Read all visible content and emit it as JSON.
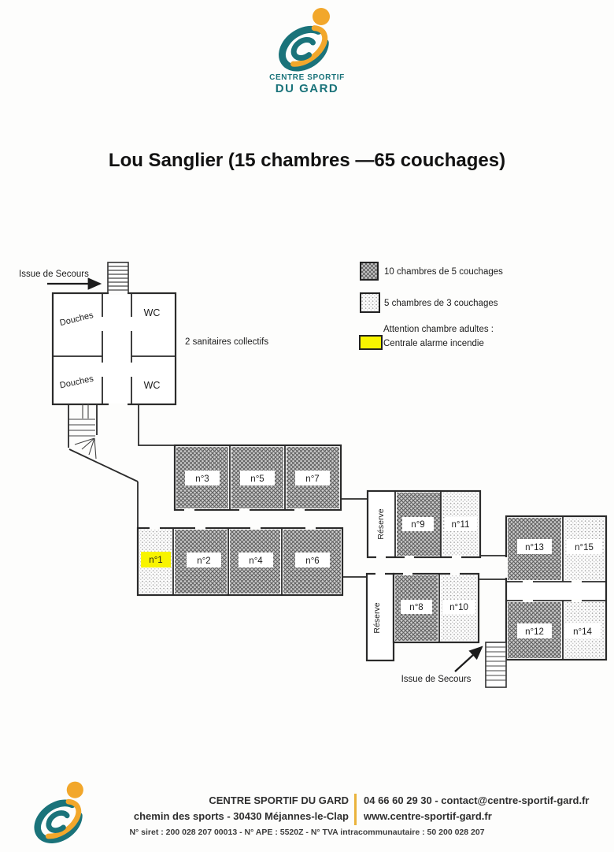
{
  "colors": {
    "teal": "#1a737a",
    "orange": "#f2a72b",
    "highlight_yellow": "#f8f400",
    "footer_divider_orange": "#eab33c"
  },
  "header": {
    "logo_line1": "CENTRE SPORTIF",
    "logo_line2": "DU GARD",
    "title": "Lou Sanglier (15 chambres —65 couchages)"
  },
  "legend": {
    "item1": "10 chambres de 5 couchages",
    "item2": "5 chambres de 3 couchages",
    "item3_line1": "Attention chambre adultes :",
    "item3_line2": "Centrale alarme incendie"
  },
  "plan": {
    "exit_top": "Issue de Secours",
    "exit_bottom": "Issue de Secours",
    "note": "2 sanitaires collectifs",
    "douches": "Douches",
    "wc": "WC",
    "reserve": "Réserve",
    "rooms": {
      "r1": "n°1",
      "r2": "n°2",
      "r3": "n°3",
      "r4": "n°4",
      "r5": "n°5",
      "r6": "n°6",
      "r7": "n°7",
      "r8": "n°8",
      "r9": "n°9",
      "r10": "n°10",
      "r11": "n°11",
      "r12": "n°12",
      "r13": "n°13",
      "r14": "n°14",
      "r15": "n°15"
    }
  },
  "footer": {
    "org": "CENTRE SPORTIF DU GARD",
    "address": "chemin des sports - 30430 Méjannes-le-Clap",
    "contact": "04 66 60 29 30 - contact@centre-sportif-gard.fr",
    "website": "www.centre-sportif-gard.fr",
    "legal": "N° siret : 200 028 207 00013 - N° APE : 5520Z - N° TVA intracommunautaire : 50 200 028 207"
  }
}
